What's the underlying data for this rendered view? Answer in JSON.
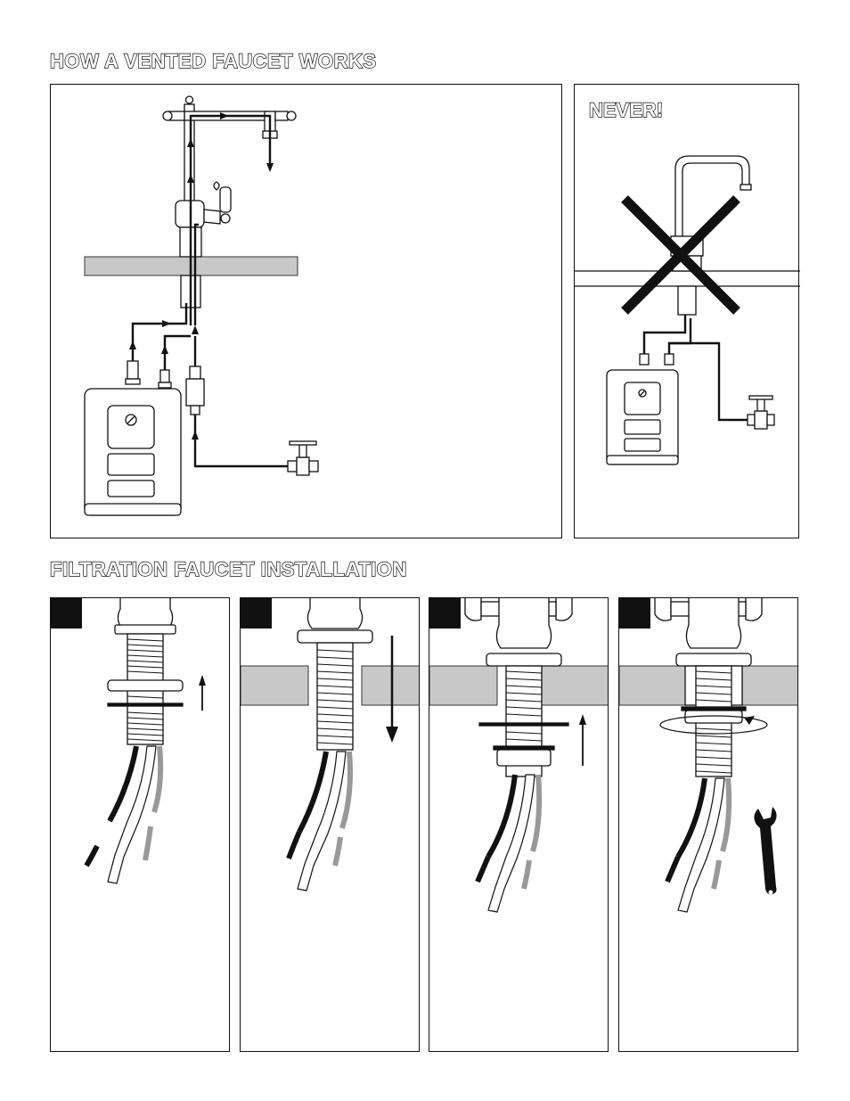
{
  "headings": {
    "vented": "HOW A VENTED FAUCET WORKS",
    "filtration": "FILTRATION FAUCET INSTALLATION"
  },
  "never_panel": {
    "title": "NEVER!"
  },
  "steps": [
    {
      "number": ""
    },
    {
      "number": ""
    },
    {
      "number": ""
    },
    {
      "number": ""
    }
  ]
}
